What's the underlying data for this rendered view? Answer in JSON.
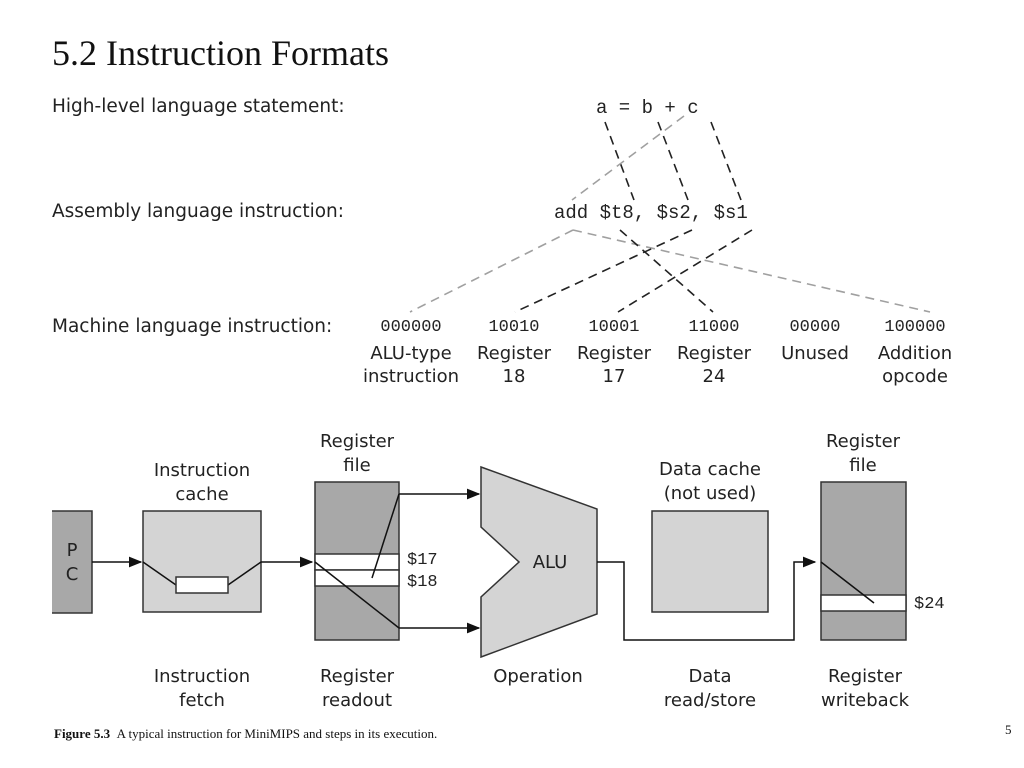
{
  "title": "5.2 Instruction Formats",
  "rows": {
    "high_level_label": "High-level language statement:",
    "assembly_label": "Assembly language instruction:",
    "machine_label": "Machine language instruction:"
  },
  "high_level_statement": "a = b + c",
  "assembly_instruction": "add $t8, $s2, $s1",
  "machine_fields": [
    {
      "bits": "000000",
      "desc_line1": "ALU-type",
      "desc_line2": "instruction"
    },
    {
      "bits": "10010",
      "desc_line1": "Register",
      "desc_line2": "18"
    },
    {
      "bits": "10001",
      "desc_line1": "Register",
      "desc_line2": "17"
    },
    {
      "bits": "11000",
      "desc_line1": "Register",
      "desc_line2": "24"
    },
    {
      "bits": "00000",
      "desc_line1": "Unused",
      "desc_line2": ""
    },
    {
      "bits": "100000",
      "desc_line1": "Addition",
      "desc_line2": "opcode"
    }
  ],
  "datapath": {
    "pc_line1": "P",
    "pc_line2": "C",
    "instruction_cache_line1": "Instruction",
    "instruction_cache_line2": "cache",
    "register_file_1_line1": "Register",
    "register_file_1_line2": "file",
    "alu": "ALU",
    "data_cache_line1": "Data cache",
    "data_cache_line2": "(not used)",
    "register_file_2_line1": "Register",
    "register_file_2_line2": "file",
    "reg_17": "$17",
    "reg_18": "$18",
    "reg_24": "$24"
  },
  "stages": [
    {
      "line1": "Instruction",
      "line2": "fetch"
    },
    {
      "line1": "Register",
      "line2": "readout"
    },
    {
      "line1": "Operation",
      "line2": ""
    },
    {
      "line1": "Data",
      "line2": "read/store"
    },
    {
      "line1": "Register",
      "line2": "writeback"
    }
  ],
  "caption": {
    "label": "Figure 5.3",
    "text": "A typical instruction for MiniMIPS and steps in its execution."
  },
  "page_number": "5",
  "colors": {
    "box_fill": "#d4d4d4",
    "dark_fill": "#a8a8a8",
    "dashed_gray": "#a0a0a0",
    "dashed_dark": "#222222"
  }
}
